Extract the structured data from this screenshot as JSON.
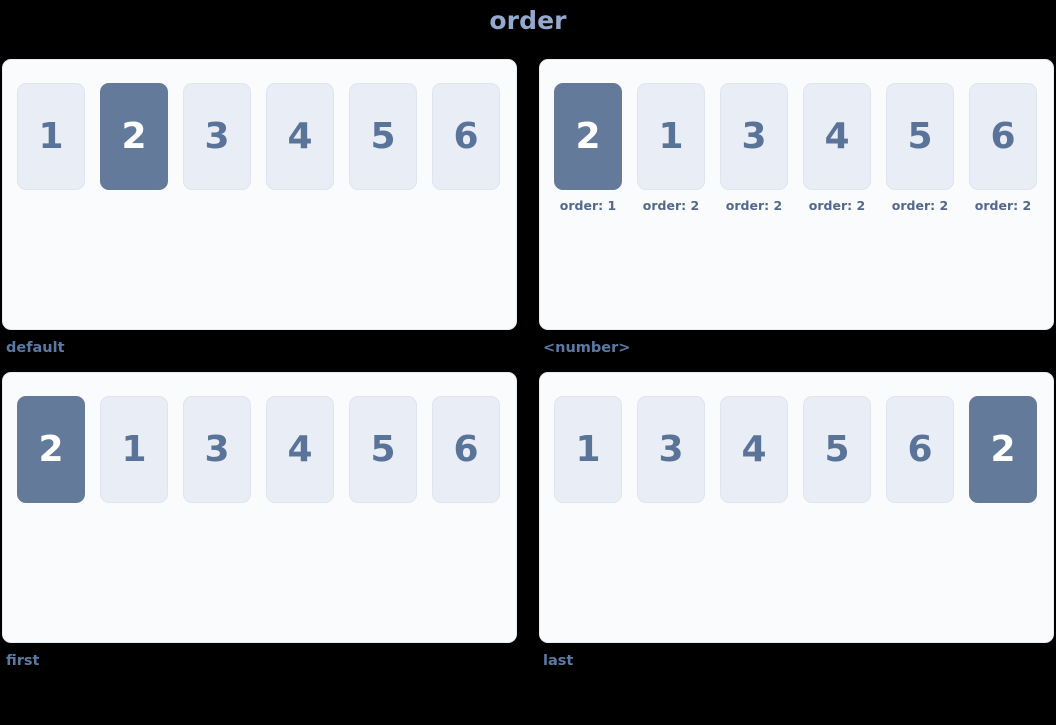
{
  "title": "order",
  "theme": {
    "background": "#000000",
    "title_color": "#93a9ce",
    "panel_bg": "#fafbfc",
    "panel_border": "#e6eaf1",
    "item_bg": "#e9edf5",
    "item_border": "#dfe5ef",
    "item_text": "#5a7499",
    "item_active_bg": "#647a9b",
    "item_active_text": "#ffffff",
    "caption_color": "#5b79a5",
    "order_label_color": "#53688c"
  },
  "panels": [
    {
      "caption": "default",
      "show_order_labels": false,
      "items": [
        {
          "label": "1",
          "active": false,
          "order_label": ""
        },
        {
          "label": "2",
          "active": true,
          "order_label": ""
        },
        {
          "label": "3",
          "active": false,
          "order_label": ""
        },
        {
          "label": "4",
          "active": false,
          "order_label": ""
        },
        {
          "label": "5",
          "active": false,
          "order_label": ""
        },
        {
          "label": "6",
          "active": false,
          "order_label": ""
        }
      ]
    },
    {
      "caption": "<number>",
      "show_order_labels": true,
      "items": [
        {
          "label": "2",
          "active": true,
          "order_label": "order: 1"
        },
        {
          "label": "1",
          "active": false,
          "order_label": "order: 2"
        },
        {
          "label": "3",
          "active": false,
          "order_label": "order: 2"
        },
        {
          "label": "4",
          "active": false,
          "order_label": "order: 2"
        },
        {
          "label": "5",
          "active": false,
          "order_label": "order: 2"
        },
        {
          "label": "6",
          "active": false,
          "order_label": "order: 2"
        }
      ]
    },
    {
      "caption": "first",
      "show_order_labels": false,
      "items": [
        {
          "label": "2",
          "active": true,
          "order_label": ""
        },
        {
          "label": "1",
          "active": false,
          "order_label": ""
        },
        {
          "label": "3",
          "active": false,
          "order_label": ""
        },
        {
          "label": "4",
          "active": false,
          "order_label": ""
        },
        {
          "label": "5",
          "active": false,
          "order_label": ""
        },
        {
          "label": "6",
          "active": false,
          "order_label": ""
        }
      ]
    },
    {
      "caption": "last",
      "show_order_labels": false,
      "items": [
        {
          "label": "1",
          "active": false,
          "order_label": ""
        },
        {
          "label": "3",
          "active": false,
          "order_label": ""
        },
        {
          "label": "4",
          "active": false,
          "order_label": ""
        },
        {
          "label": "5",
          "active": false,
          "order_label": ""
        },
        {
          "label": "6",
          "active": false,
          "order_label": ""
        },
        {
          "label": "2",
          "active": true,
          "order_label": ""
        }
      ]
    }
  ]
}
